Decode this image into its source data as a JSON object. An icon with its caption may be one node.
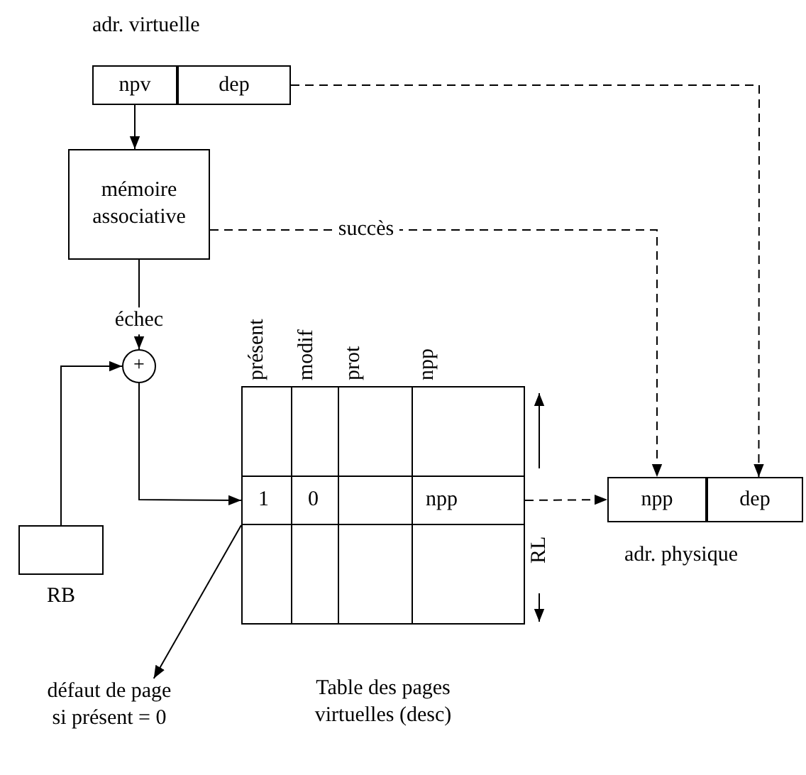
{
  "diagram": {
    "nodes": [
      {
        "text": [
          "npv"
        ]
      },
      {
        "text": [
          "dep"
        ]
      },
      {
        "text": [
          "mémoire associative"
        ]
      },
      {
        "text": [
          "+"
        ]
      },
      {
        "text": [
          "RB"
        ]
      },
      {
        "text": [
          "Table des pages virtuelles (desc)"
        ]
      },
      {
        "text": [],
        "shape": "bar",
        "in": 5
      },
      {
        "text": [
          "npp"
        ]
      },
      {
        "text": [
          "dep"
        ]
      },
      {
        "text": [
          "défaut de page si présent = 0"
        ]
      }
    ],
    "edges": [
      {
        "from": 0,
        "to": 2,
        "arrow": "to"
      },
      {
        "from": 1,
        "to": 8,
        "arrow": "to",
        "style": "dashed"
      },
      {
        "from": 2,
        "to": 7,
        "arrow": "to",
        "style": "dashed",
        "label": "succès"
      },
      {
        "from": 2,
        "to": 3,
        "arrow": "to",
        "label": "échec"
      },
      {
        "from": 4,
        "to": 3,
        "arrow": "to"
      },
      {
        "from": 3,
        "to": 6,
        "arrow": "to"
      },
      {
        "from": 6,
        "to": 7,
        "arrow": "to",
        "style": "dashed"
      },
      {
        "from": 6,
        "to": 9,
        "arrow": "to"
      }
    ],
    "labels": [
      "adr. virtuelle",
      "présent",
      "modif",
      "prot",
      "npp",
      "1",
      "0",
      "npp",
      "RL",
      "adr. physique"
    ]
  }
}
